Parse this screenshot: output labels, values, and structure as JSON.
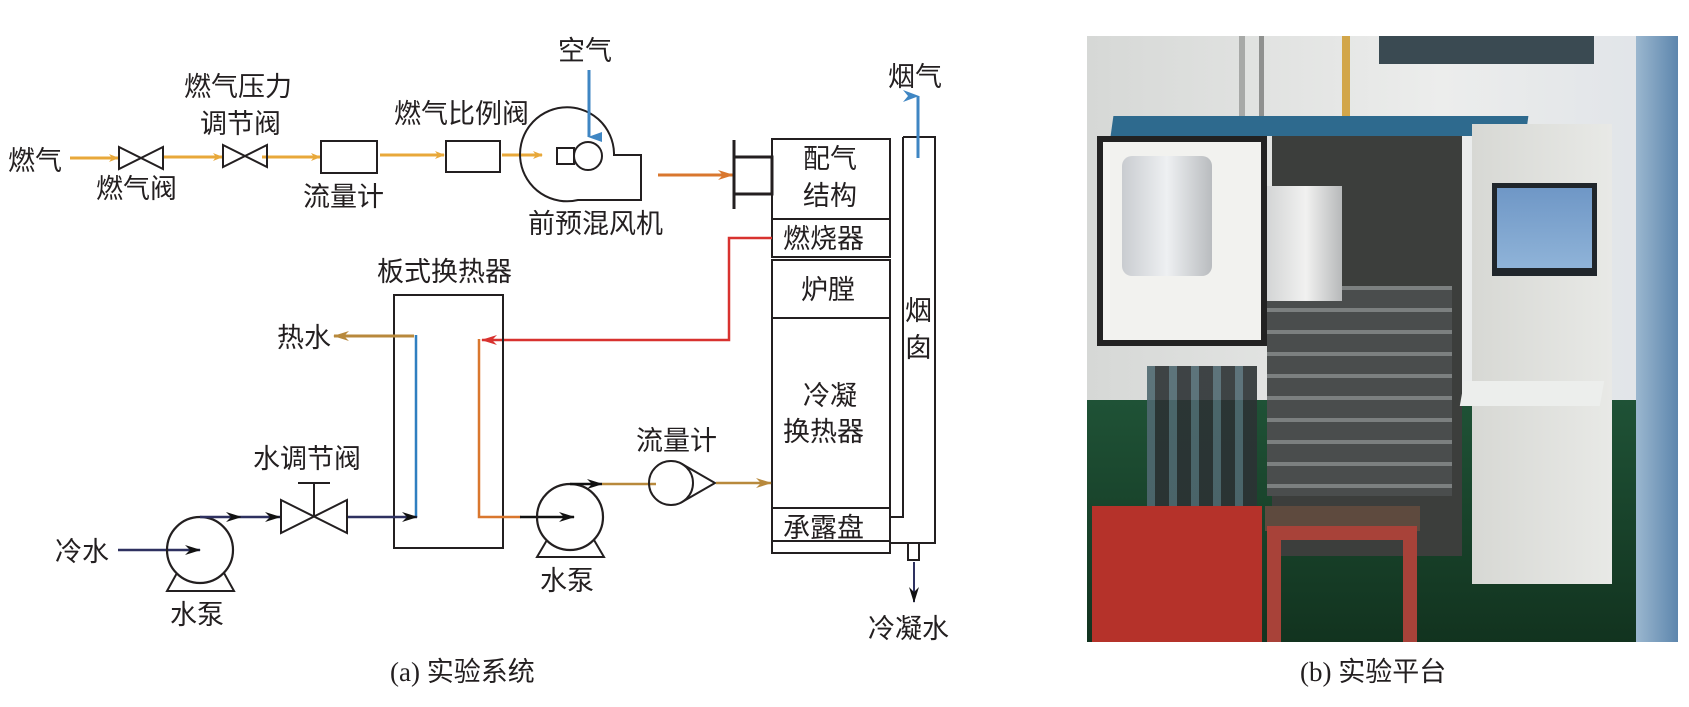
{
  "figure_a": {
    "caption": "(a) 实验系统",
    "labels": {
      "gas_in": "燃气",
      "gas_valve": "燃气阀",
      "gas_pressure_valve_line1": "燃气压力",
      "gas_pressure_valve_line2": "调节阀",
      "gas_flowmeter": "流量计",
      "gas_ratio_valve": "燃气比例阀",
      "air": "空气",
      "premix_fan": "前预混风机",
      "flue_gas": "烟气",
      "gas_distribution_line1": "配气",
      "gas_distribution_line2": "结构",
      "burner": "燃烧器",
      "furnace": "炉膛",
      "condensing_hx_line1": "冷凝",
      "condensing_hx_line2": "换热器",
      "drip_tray": "承露盘",
      "chimney_line1": "烟",
      "chimney_line2": "囱",
      "condensate": "冷凝水",
      "plate_hx": "板式换热器",
      "hot_water": "热水",
      "cold_water": "冷水",
      "water_valve": "水调节阀",
      "water_pump_1": "水泵",
      "water_pump_2": "水泵",
      "water_flowmeter": "流量计"
    },
    "colors": {
      "gas_line": "#e8a83a",
      "air_line": "#3f86c3",
      "mixture_line": "#d9772e",
      "hot_supply_line": "#d8322f",
      "return_line": "#b8893c",
      "cold_water_line": "#2e3160",
      "hx_cold_side": "#2f7fc0",
      "hx_hot_side": "#d9772e",
      "condensate_line": "#2e3160",
      "stroke": "#231f20"
    }
  },
  "figure_b": {
    "caption": "(b) 实验平台"
  }
}
